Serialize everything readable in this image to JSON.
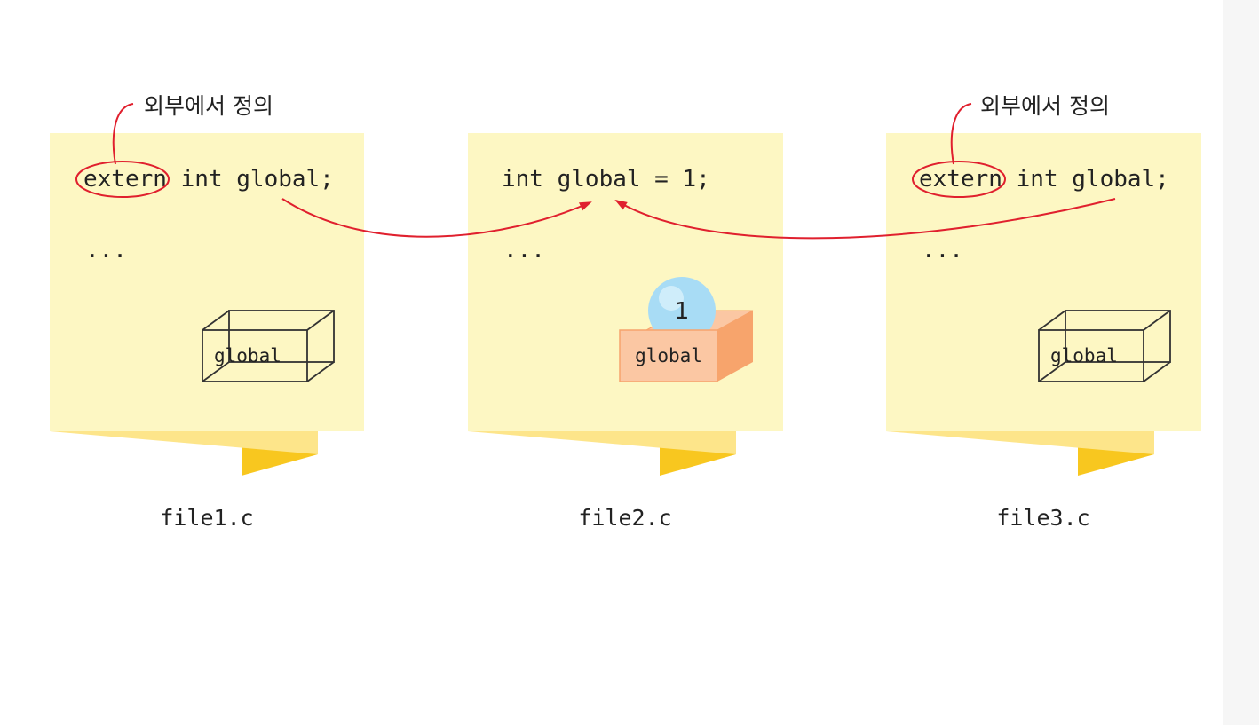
{
  "colors": {
    "note_fill": "#fdf7c3",
    "note_fold": "#fde58a",
    "note_tab": "#f8c71f",
    "arrow": "#e0202e",
    "box_front": "#fbc7a3",
    "box_side": "#f7a46c",
    "ball": "#a8dcf5"
  },
  "icons": {
    "empty_box": "wireframe-box-icon",
    "filled_box": "filled-box-icon",
    "value_ball": "sphere-icon"
  },
  "files": [
    {
      "code_prefix": "extern",
      "code_line": " int global;",
      "ellipsis": "...",
      "annotation": "외부에서 정의",
      "box_label": "global",
      "caption": "file1.c"
    },
    {
      "code_line": "int global = 1;",
      "ellipsis": "...",
      "box_label": "global",
      "box_value": "1",
      "caption": "file2.c"
    },
    {
      "code_prefix": "extern",
      "code_line": " int global;",
      "ellipsis": "...",
      "annotation": "외부에서 정의",
      "box_label": "global",
      "caption": "file3.c"
    }
  ]
}
